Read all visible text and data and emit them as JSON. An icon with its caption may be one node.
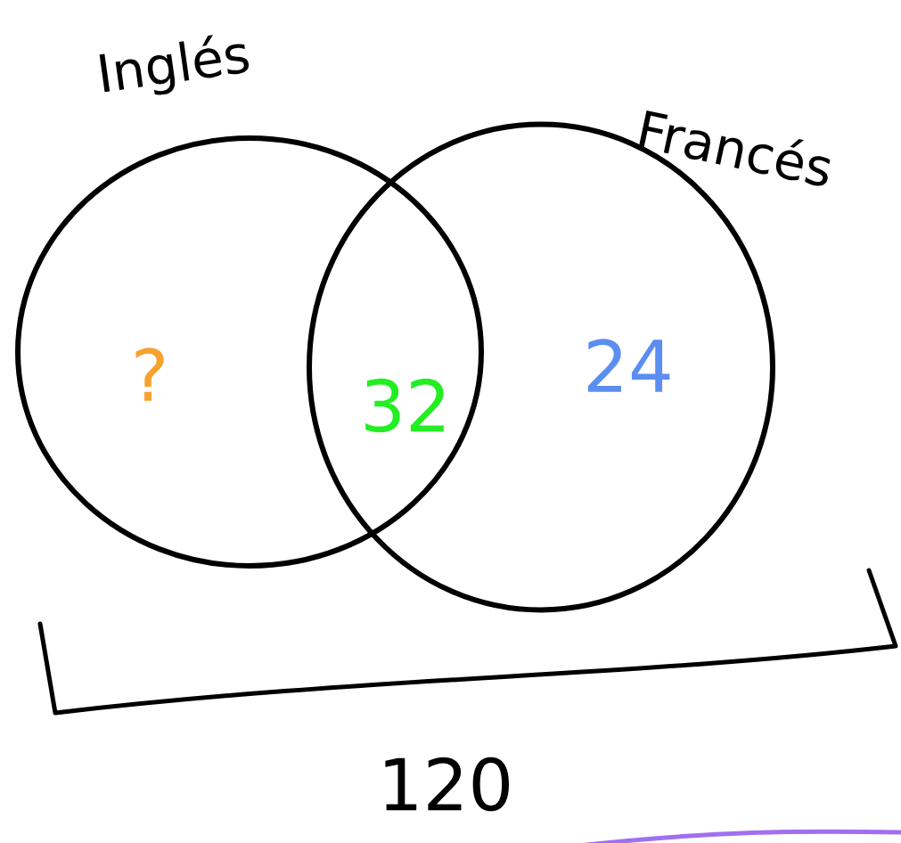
{
  "diagram": {
    "nodes": [
      {
        "text": [
          "Inglés",
          "?"
        ]
      },
      {
        "text": [
          "Francés",
          "24"
        ]
      }
    ],
    "labels": [
      "32",
      "120"
    ]
  }
}
